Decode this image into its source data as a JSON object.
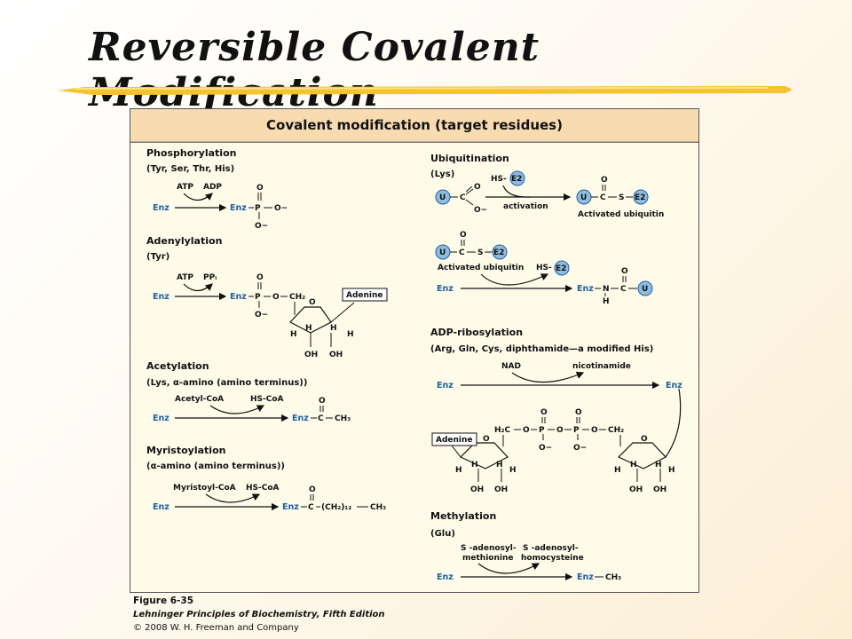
{
  "slide": {
    "title": "Reversible Covalent Modification"
  },
  "figure": {
    "header": "Covalent modification (target residues)",
    "enz": "Enz",
    "phosphorylation": {
      "title": "Phosphorylation",
      "residues": "(Tyr, Ser, Thr, His)",
      "in_label": "ATP",
      "out_label": "ADP",
      "O": "O",
      "P": "P",
      "O_minus": "O−"
    },
    "adenylylation": {
      "title": "Adenylylation",
      "residues": "(Tyr)",
      "in_label": "ATP",
      "out_label": "PPᵢ",
      "chain_O": "O",
      "CH2": "CH₂",
      "adenine": "Adenine",
      "H": "H",
      "OH": "OH"
    },
    "acetylation": {
      "title": "Acetylation",
      "residues": "(Lys, α-amino (amino terminus))",
      "in_label": "Acetyl-CoA",
      "out_label": "HS-CoA",
      "C": "C",
      "O": "O",
      "CH3": "CH₃"
    },
    "myristoylation": {
      "title": "Myristoylation",
      "residues": "(α-amino (amino terminus))",
      "in_label": "Myristoyl-CoA",
      "out_label": "HS-CoA",
      "chain": "(CH₂)₁₂"
    },
    "ubiquitination": {
      "title": "Ubiquitination",
      "residues": "(Lys)",
      "U": "U",
      "E2": "E2",
      "hs": "HS-",
      "S": "S",
      "activation": "activation",
      "activated": "Activated ubiquitin",
      "N": "N",
      "H": "H"
    },
    "adp_ribosylation": {
      "title": "ADP-ribosylation",
      "residues": "(Arg, Gln, Cys, diphthamide—a modified His)",
      "in_label": "NAD",
      "out_label": "nicotinamide",
      "H2C": "H₂C",
      "CH2": "CH₂",
      "adenine": "Adenine"
    },
    "methylation": {
      "title": "Methylation",
      "residues": "(Glu)",
      "in_label_1": "S -adenosyl-",
      "in_label_2": "methionine",
      "out_label_1": "S -adenosyl-",
      "out_label_2": "homocysteine"
    }
  },
  "caption": {
    "figure_number": "Figure 6-35",
    "book": "Lehninger Principles of Biochemistry, Fifth Edition",
    "copyright": "© 2008 W. H. Freeman and Company"
  }
}
